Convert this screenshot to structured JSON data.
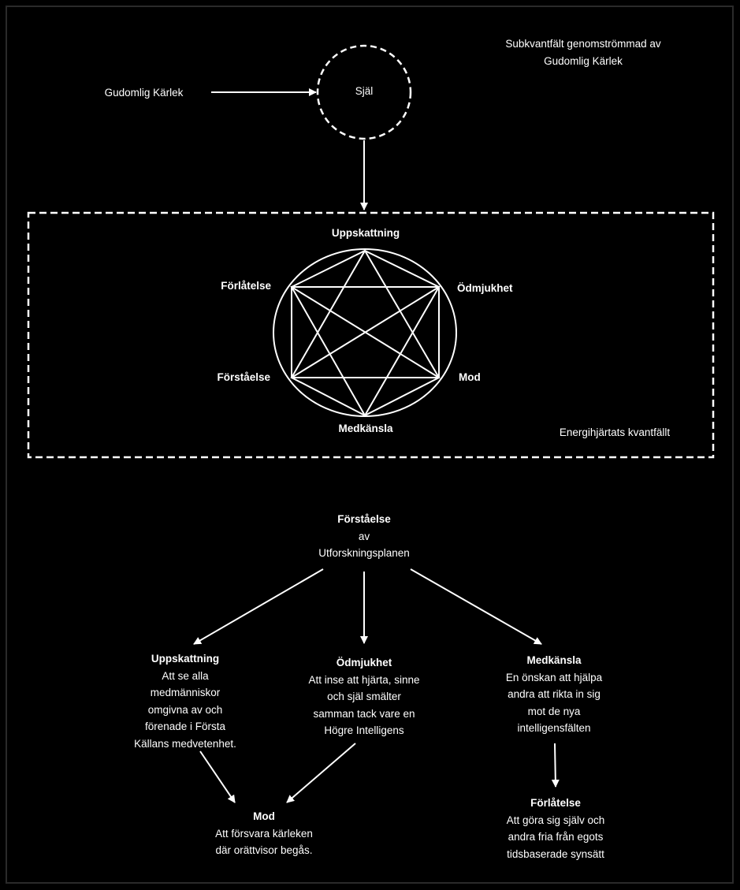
{
  "colors": {
    "background": "#000000",
    "foreground": "#ffffff"
  },
  "top": {
    "source_label": "Gudomlig Kärlek",
    "soul_label": "Själ",
    "subfield_note": [
      "Subkvantfält genomströmmad  av",
      "Gudomlig Kärlek"
    ]
  },
  "energy_field": {
    "caption": "Energihjärtats kvantfällt",
    "vertices": {
      "top": "Uppskattning",
      "upper_left": "Förlåtelse",
      "upper_right": "Ödmjukhet",
      "lower_left": "Förståelse",
      "lower_right": "Mod",
      "bottom": "Medkänsla"
    }
  },
  "flow": {
    "root": {
      "title": "Förståelse",
      "lines": [
        "av",
        "Utforskningsplanen"
      ]
    },
    "appreciation": {
      "title": "Uppskattning",
      "lines": [
        "Att se alla",
        "medmänniskor",
        "omgivna av och",
        "förenade i Första",
        "Källans medvetenhet."
      ]
    },
    "humility": {
      "title": "Ödmjukhet",
      "lines": [
        "Att inse att hjärta, sinne",
        "och själ smälter",
        "samman tack vare en",
        "Högre Intelligens"
      ]
    },
    "compassion": {
      "title": "Medkänsla",
      "lines": [
        "En önskan att hjälpa",
        "andra att rikta in sig",
        "mot de nya",
        "intelligensfälten"
      ]
    },
    "courage": {
      "title": "Mod",
      "lines": [
        "Att försvara kärleken",
        "där orättvisor begås."
      ]
    },
    "forgiveness": {
      "title": "Förlåtelse",
      "lines": [
        "Att göra sig själv och",
        "andra fria från egots",
        "tidsbaserade synsätt"
      ]
    }
  }
}
